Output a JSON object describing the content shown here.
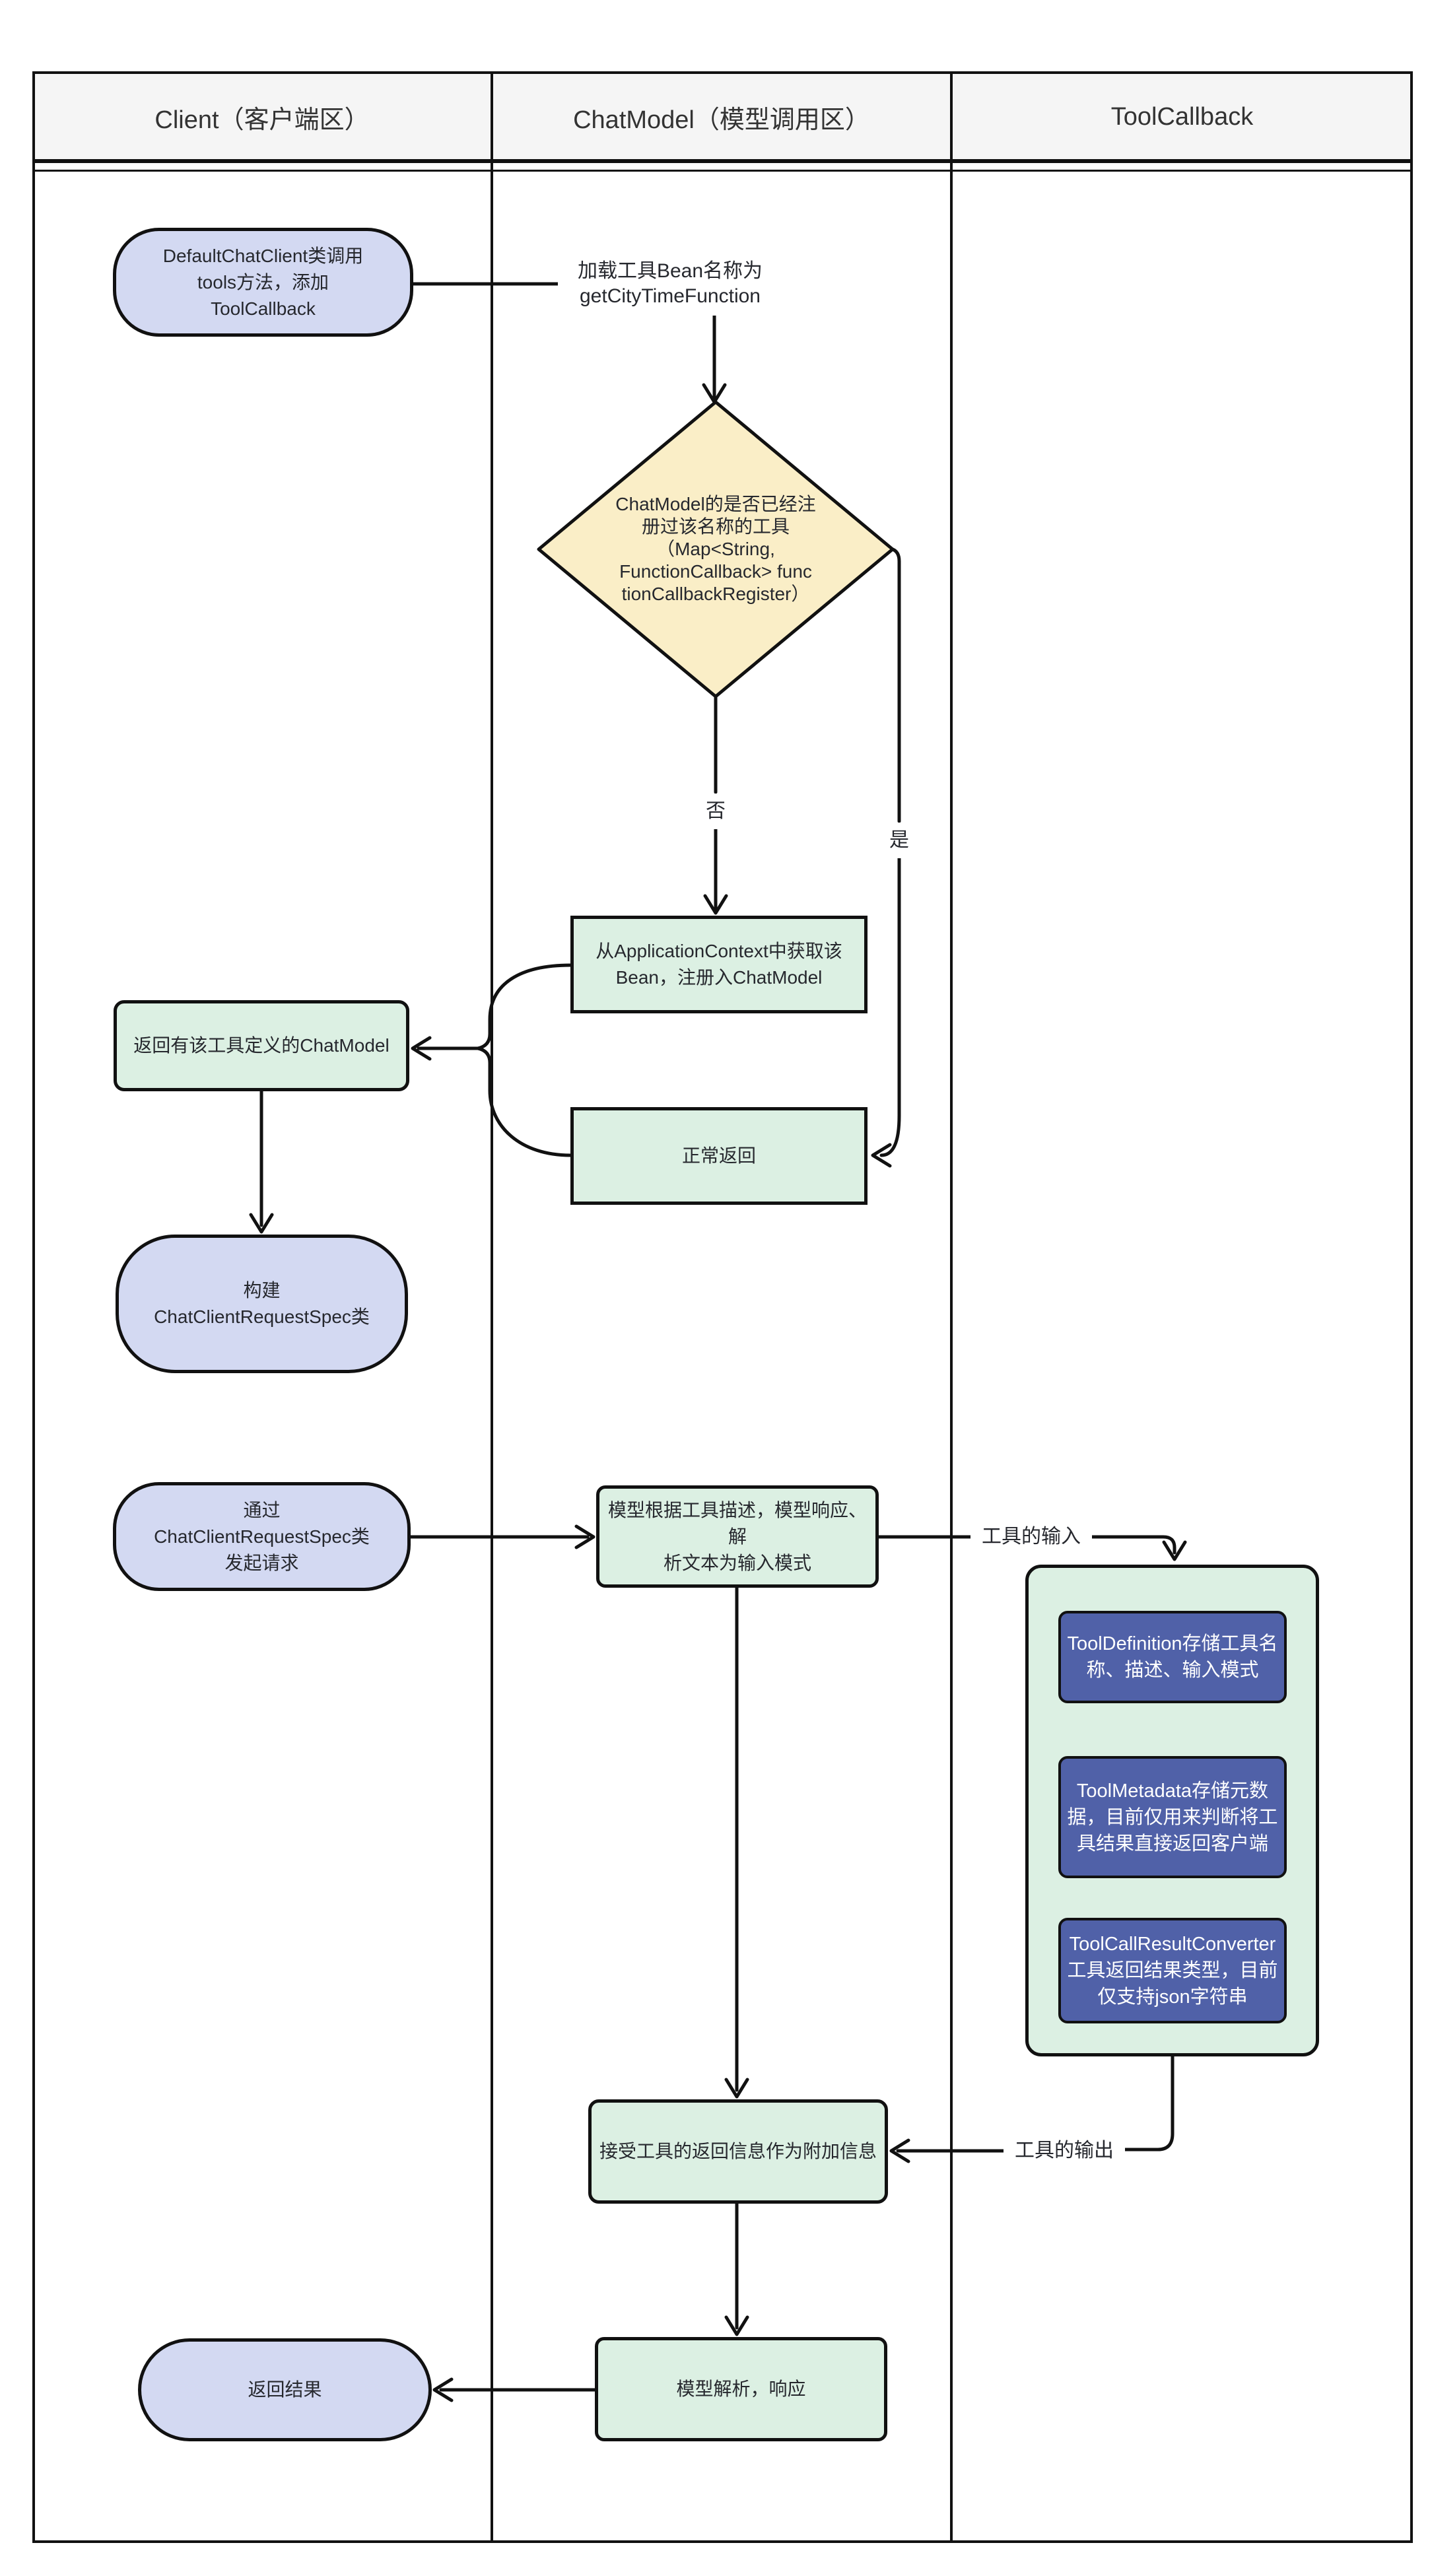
{
  "colors": {
    "line": "#111111",
    "lane_header_bg": "#f5f5f5",
    "stadium_fill": "#d3d9f2",
    "process_fill": "#dcf0e3",
    "decision_fill": "#faeec7",
    "tool_item_fill": "#5061a8",
    "tool_item_text": "#ffffff"
  },
  "lanes": [
    {
      "label": "Client（客户端区）"
    },
    {
      "label": "ChatModel（模型调用区）"
    },
    {
      "label": "ToolCallback"
    }
  ],
  "nodes": {
    "start": {
      "text": "DefaultChatClient类调用\ntools方法，添加\nToolCallback"
    },
    "load_tool": {
      "text": "加载工具Bean名称为\ngetCityTimeFunction"
    },
    "decision": {
      "text": "ChatModel的是否已经注\n册过该名称的工具\n（Map<String,\nFunctionCallback> func\ntionCallbackRegister）"
    },
    "get_bean": {
      "text": "从ApplicationContext中获取该\nBean，注册入ChatModel"
    },
    "normal_return": {
      "text": "正常返回"
    },
    "return_chatmodel": {
      "text": "返回有该工具定义的ChatModel"
    },
    "build_spec": {
      "text": "构建\nChatClientRequestSpec类"
    },
    "send_request": {
      "text": "通过\nChatClientRequestSpec类\n发起请求"
    },
    "model_input": {
      "text": "模型根据工具描述，模型响应、解\n析文本为输入模式"
    },
    "tool_definition": {
      "text": "ToolDefinition存储工具名\n称、描述、输入模式"
    },
    "tool_metadata": {
      "text": "ToolMetadata存储元数\n据，目前仅用来判断将工\n具结果直接返回客户端"
    },
    "tool_converter": {
      "text": "ToolCallResultConverter\n工具返回结果类型，目前\n仅支持json字符串"
    },
    "accept_return": {
      "text": "接受工具的返回信息作为附加信息"
    },
    "model_response": {
      "text": "模型解析，响应"
    },
    "return_result": {
      "text": "返回结果"
    }
  },
  "labels": {
    "no": "否",
    "yes": "是",
    "tool_input": "工具的输入",
    "tool_output": "工具的输出"
  }
}
